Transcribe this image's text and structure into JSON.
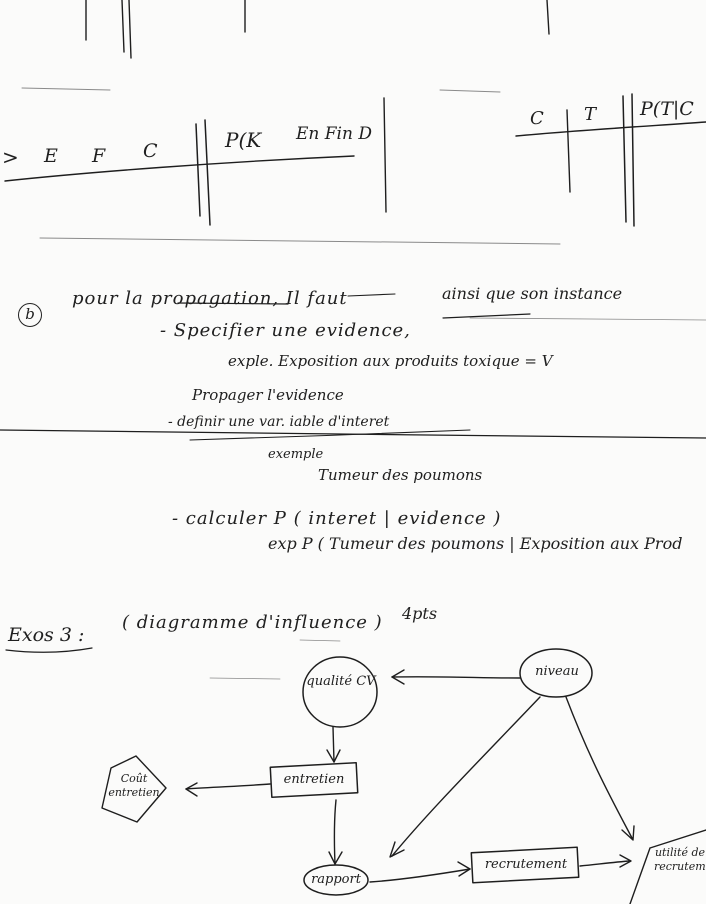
{
  "top_table_left": {
    "cells": [
      ">",
      "E",
      "F",
      "C",
      "P(K",
      "En Fin D"
    ]
  },
  "top_table_right": {
    "cells": [
      "C",
      "T",
      "P(T|C"
    ]
  },
  "section_b": {
    "marker": "b",
    "heading_text": "pour la propagation, Il faut",
    "struck_text": "ainsi que son instance",
    "items": [
      {
        "text": "- Specifier une evidence,"
      },
      {
        "text": "exple. Exposition aux produits toxique = V"
      },
      {
        "text": "Propager l'evidence"
      },
      {
        "text": "- definir une var. iable d'interet",
        "struck": true
      },
      {
        "text": "exemple"
      },
      {
        "text": "Tumeur des poumons"
      },
      {
        "text": "- calculer P ( interet | evidence )"
      },
      {
        "text": "exp P ( Tumeur des poumons | Exposition aux Prod"
      }
    ]
  },
  "exercise": {
    "label": "Exos 3 :",
    "subtitle": "( diagramme d'influence )",
    "points": "4pts"
  },
  "diagram": {
    "nodes": {
      "qualite": "qualité CV",
      "niveau": "niveau",
      "cout": "Coût entretien",
      "entretien": "entretien",
      "rapport": "rapport",
      "recrutement": "recrutement",
      "utilite": "utilité de recrutement"
    }
  }
}
